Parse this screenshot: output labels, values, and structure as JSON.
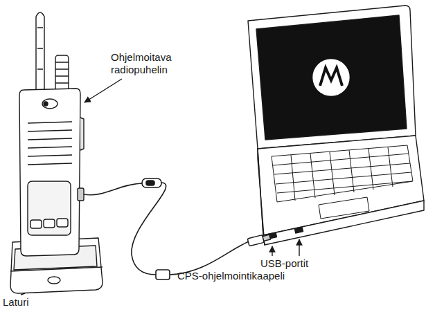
{
  "diagram": {
    "labels": [
      "Ohjelmoitava radiopuhelin",
      "USB-portit",
      "CPS-ohjelmointikaapeli",
      "Laturi"
    ]
  }
}
